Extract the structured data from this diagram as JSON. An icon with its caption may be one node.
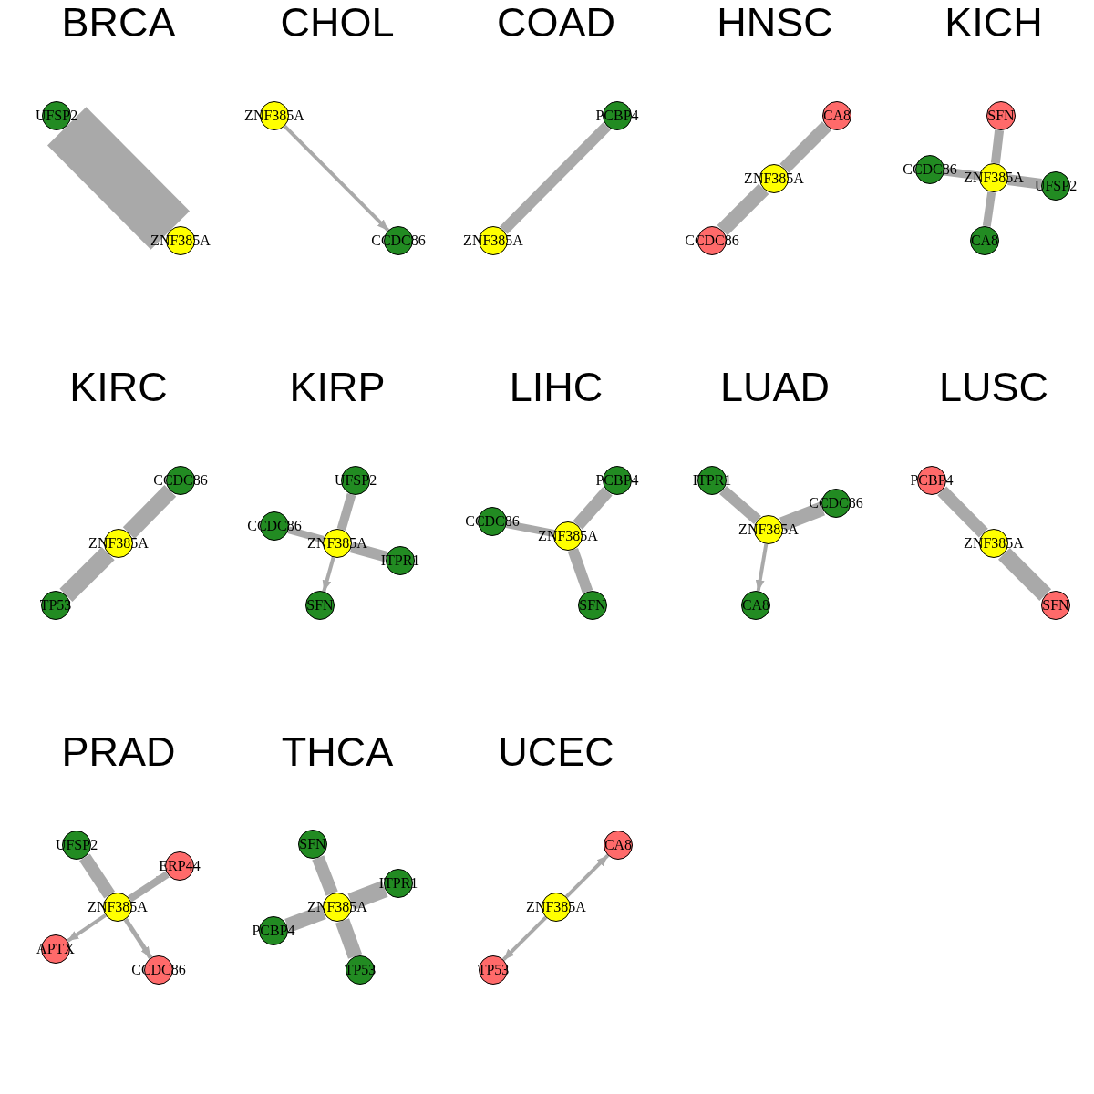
{
  "diagram": {
    "nodes": [
      {
        "text": [
          "UFSP2"
        ]
      },
      {
        "text": [
          "ZNF385A"
        ]
      },
      {
        "text": [
          "ZNF385A"
        ]
      },
      {
        "text": [
          "CCDC86"
        ]
      },
      {
        "text": [
          "PCBP4"
        ]
      },
      {
        "text": [
          "ZNF385A"
        ]
      },
      {
        "text": [
          "CA8"
        ]
      },
      {
        "text": [
          "ZNF385A"
        ]
      },
      {
        "text": [
          "CCDC86"
        ]
      },
      {
        "text": [
          "SFN"
        ]
      },
      {
        "text": [
          "CCDC86"
        ]
      },
      {
        "text": [
          "ZNF385A"
        ]
      },
      {
        "text": [
          "UFSP2"
        ]
      },
      {
        "text": [
          "CA8"
        ]
      },
      {
        "text": [
          "CCDC86"
        ]
      },
      {
        "text": [
          "ZNF385A"
        ]
      },
      {
        "text": [
          "TP53"
        ]
      },
      {
        "text": [
          "UFSP2"
        ]
      },
      {
        "text": [
          "CCDC86"
        ]
      },
      {
        "text": [
          "ZNF385A"
        ]
      },
      {
        "text": [
          "ITPR1"
        ]
      },
      {
        "text": [
          "SFN"
        ]
      },
      {
        "text": [
          "PCBP4"
        ]
      },
      {
        "text": [
          "CCDC86"
        ]
      },
      {
        "text": [
          "ZNF385A"
        ]
      },
      {
        "text": [
          "SFN"
        ]
      },
      {
        "text": [
          "ITPR1"
        ]
      },
      {
        "text": [
          "CCDC86"
        ]
      },
      {
        "text": [
          "ZNF385A"
        ]
      },
      {
        "text": [
          "CA8"
        ]
      },
      {
        "text": [
          "PCBP4"
        ]
      },
      {
        "text": [
          "ZNF385A"
        ]
      },
      {
        "text": [
          "SFN"
        ]
      },
      {
        "text": [
          "UFSP2"
        ]
      },
      {
        "text": [
          "ERP44"
        ]
      },
      {
        "text": [
          "ZNF385A"
        ]
      },
      {
        "text": [
          "APTX"
        ]
      },
      {
        "text": [
          "CCDC86"
        ]
      },
      {
        "text": [
          "SFN"
        ]
      },
      {
        "text": [
          "ITPR1"
        ]
      },
      {
        "text": [
          "ZNF385A"
        ]
      },
      {
        "text": [
          "PCBP4"
        ]
      },
      {
        "text": [
          "TP53"
        ]
      },
      {
        "text": [
          "CA8"
        ]
      },
      {
        "text": [
          "ZNF385A"
        ]
      },
      {
        "text": [
          "TP53"
        ]
      }
    ],
    "edges": [
      {
        "from": 1,
        "to": 0,
        "arrow": "none",
        "style": "thick"
      },
      {
        "from": 2,
        "to": 3,
        "arrow": "to"
      },
      {
        "from": 5,
        "to": 4,
        "arrow": "none"
      },
      {
        "from": 7,
        "to": 6,
        "arrow": "none"
      },
      {
        "from": 7,
        "to": 8,
        "arrow": "none"
      },
      {
        "from": 11,
        "to": 9,
        "arrow": "none"
      },
      {
        "from": 11,
        "to": 10,
        "arrow": "none"
      },
      {
        "from": 11,
        "to": 12,
        "arrow": "none"
      },
      {
        "from": 11,
        "to": 13,
        "arrow": "none"
      },
      {
        "from": 15,
        "to": 14,
        "arrow": "none"
      },
      {
        "from": 15,
        "to": 16,
        "arrow": "none"
      },
      {
        "from": 19,
        "to": 17,
        "arrow": "none"
      },
      {
        "from": 19,
        "to": 18,
        "arrow": "none"
      },
      {
        "from": 19,
        "to": 20,
        "arrow": "none"
      },
      {
        "from": 19,
        "to": 21,
        "arrow": "to"
      },
      {
        "from": 24,
        "to": 22,
        "arrow": "none"
      },
      {
        "from": 24,
        "to": 23,
        "arrow": "none"
      },
      {
        "from": 24,
        "to": 25,
        "arrow": "none"
      },
      {
        "from": 28,
        "to": 26,
        "arrow": "none"
      },
      {
        "from": 28,
        "to": 27,
        "arrow": "none"
      },
      {
        "from": 28,
        "to": 29,
        "arrow": "to"
      },
      {
        "from": 31,
        "to": 30,
        "arrow": "none"
      },
      {
        "from": 31,
        "to": 32,
        "arrow": "none"
      },
      {
        "from": 35,
        "to": 33,
        "arrow": "none"
      },
      {
        "from": 35,
        "to": 34,
        "arrow": "to"
      },
      {
        "from": 35,
        "to": 36,
        "arrow": "to"
      },
      {
        "from": 35,
        "to": 37,
        "arrow": "to"
      },
      {
        "from": 40,
        "to": 38,
        "arrow": "none"
      },
      {
        "from": 40,
        "to": 39,
        "arrow": "none"
      },
      {
        "from": 40,
        "to": 41,
        "arrow": "none"
      },
      {
        "from": 40,
        "to": 42,
        "arrow": "none"
      },
      {
        "from": 44,
        "to": 43,
        "arrow": "to"
      },
      {
        "from": 44,
        "to": 45,
        "arrow": "to"
      }
    ],
    "labels": [
      "BRCA",
      "CHOL",
      "COAD",
      "HNSC",
      "KICH",
      "KIRC",
      "KIRP",
      "LIHC",
      "LUAD",
      "LUSC",
      "PRAD",
      "THCA",
      "UCEC"
    ]
  }
}
